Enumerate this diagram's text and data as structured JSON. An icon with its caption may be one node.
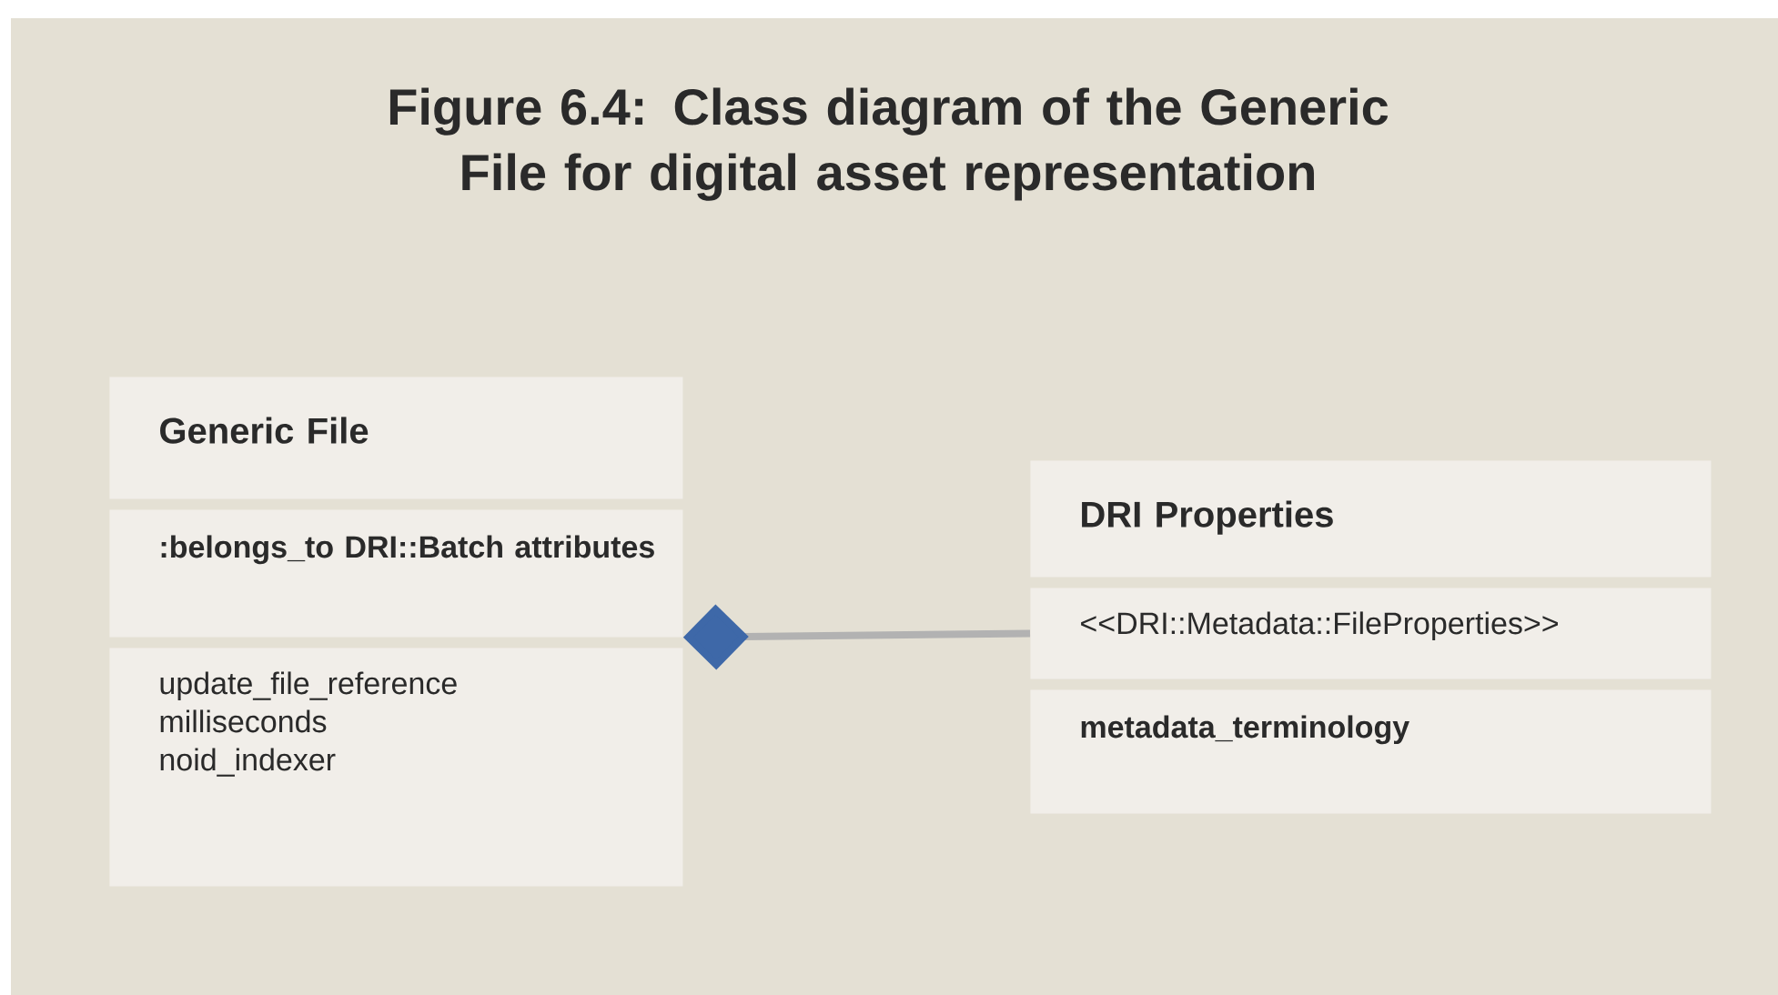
{
  "diagram": {
    "title": "Figure 6.4: Class diagram of the Generic File for digital asset representation",
    "nodes": [
      {
        "text": [
          "Generic File"
        ]
      },
      {
        "text": [
          ":belongs_to DRI::Batch attributes"
        ]
      },
      {
        "text": [
          "update_file_reference",
          "milliseconds",
          "noid_indexer"
        ]
      },
      {
        "text": [
          "DRI Properties"
        ]
      },
      {
        "text": [
          "<<DRI::Metadata::FileProperties>>"
        ]
      },
      {
        "text": [
          "metadata_terminology"
        ]
      }
    ],
    "edges": [
      {
        "from": 1,
        "to": 4,
        "arrow": "other"
      }
    ]
  }
}
